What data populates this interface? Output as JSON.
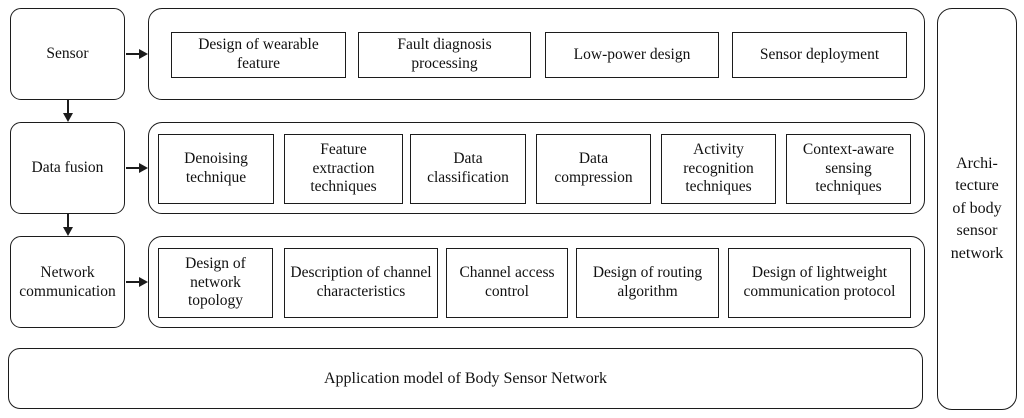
{
  "diagram": {
    "title": "Architecture of body sensor network block diagram",
    "colors": {
      "stroke": "#1c1c1c",
      "background": "#ffffff",
      "text": "#111111"
    },
    "icons": {
      "arrow_right": "→",
      "arrow_down": "↓"
    },
    "rows": [
      {
        "source": "Sensor",
        "items": [
          "Design of wearable feature",
          "Fault diagnosis processing",
          "Low-power design",
          "Sensor deployment"
        ]
      },
      {
        "source": "Data fusion",
        "items": [
          "Denoising technique",
          "Feature extraction techniques",
          "Data classification",
          "Data compression",
          "Activity recognition techniques",
          "Context-aware sensing techniques"
        ]
      },
      {
        "source": "Network communication",
        "items": [
          "Design of network topology",
          "Description of channel characteristics",
          "Channel access control",
          "Design of routing algorithm",
          "Design of lightweight communication protocol"
        ]
      }
    ],
    "right_label": "Archi-\ntecture\nof body\nsensor\nnetwork",
    "bottom_label": "Application model of Body Sensor Network"
  }
}
